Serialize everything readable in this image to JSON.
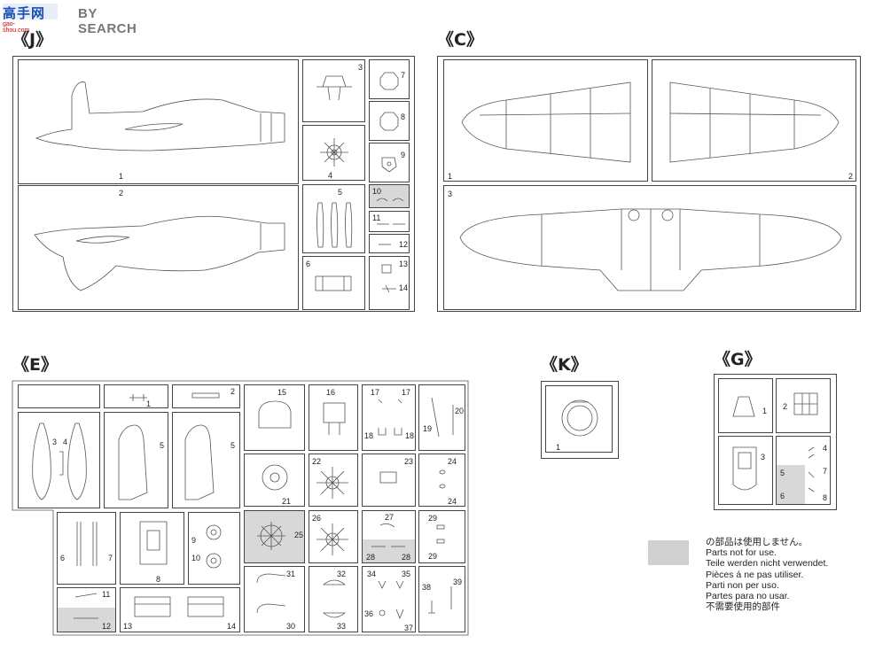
{
  "watermark": {
    "logo": "高手网",
    "site": "gao-shou.com",
    "text": "BY SEARCH"
  },
  "sections": {
    "J": {
      "label": "《J》",
      "parts": [
        "1",
        "2",
        "3",
        "4",
        "5",
        "6",
        "7",
        "8",
        "9",
        "10",
        "11",
        "12",
        "13",
        "14"
      ]
    },
    "C": {
      "label": "《C》",
      "parts": [
        "1",
        "2",
        "3"
      ]
    },
    "E": {
      "label": "《E》",
      "parts": [
        "1",
        "2",
        "3",
        "4",
        "5",
        "5",
        "6",
        "7",
        "8",
        "9",
        "10",
        "11",
        "12",
        "13",
        "14",
        "15",
        "16",
        "17",
        "17",
        "18",
        "18",
        "19",
        "20",
        "21",
        "22",
        "23",
        "24",
        "24",
        "25",
        "26",
        "27",
        "28",
        "28",
        "29",
        "29",
        "30",
        "31",
        "32",
        "33",
        "34",
        "35",
        "36",
        "37",
        "38",
        "39"
      ]
    },
    "K": {
      "label": "《K》",
      "parts": [
        "1"
      ]
    },
    "G": {
      "label": "《G》",
      "parts": [
        "1",
        "2",
        "3",
        "4",
        "5",
        "6",
        "7",
        "8"
      ]
    }
  },
  "legend": {
    "lines": [
      "の部品は使用しません。",
      "Parts not for use.",
      "Teile werden nicht verwendet.",
      "Pièces á ne pas utiliser.",
      "Parti non per uso.",
      "Partes para no usar.",
      "不需要使用的部件"
    ],
    "swatch_color": "#d0d0d0"
  }
}
